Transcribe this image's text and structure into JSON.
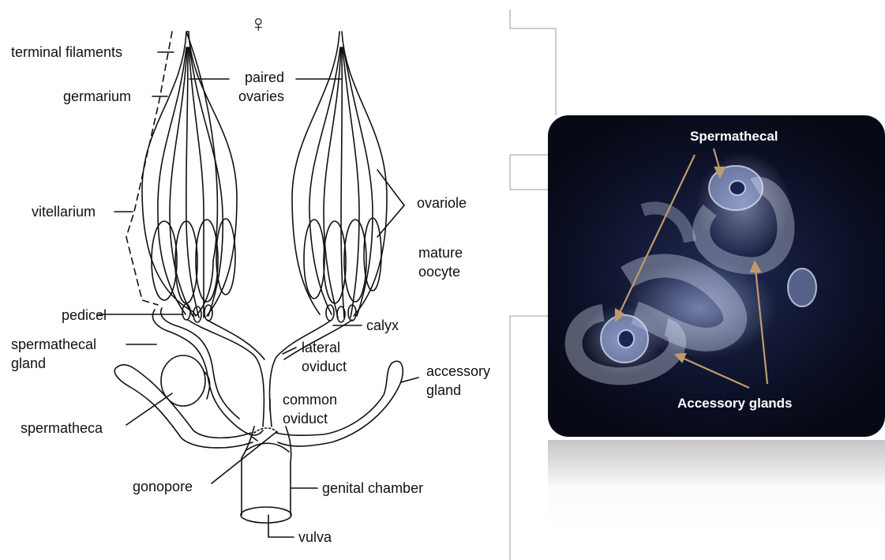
{
  "diagram": {
    "female_symbol": "♀",
    "labels": {
      "terminal_filaments": "terminal filaments",
      "germarium": "germarium",
      "paired_ovaries_1": "paired",
      "paired_ovaries_2": "ovaries",
      "vitellarium": "vitellarium",
      "ovariole": "ovariole",
      "mature_oocyte_1": "mature",
      "mature_oocyte_2": "oocyte",
      "pedicel": "pedicel",
      "calyx": "calyx",
      "spermathecal_gland_1": "spermathecal",
      "spermathecal_gland_2": "gland",
      "lateral_oviduct_1": "lateral",
      "lateral_oviduct_2": "oviduct",
      "accessory_gland_1": "accessory",
      "accessory_gland_2": "gland",
      "common_oviduct_1": "common",
      "common_oviduct_2": "oviduct",
      "spermatheca": "spermatheca",
      "gonopore": "gonopore",
      "genital_chamber": "genital chamber",
      "vulva": "vulva"
    }
  },
  "photo": {
    "label_spermathecal": "Spermathecal",
    "label_accessory_glands": "Accessory glands",
    "arrow_color": "#c19a6b"
  }
}
